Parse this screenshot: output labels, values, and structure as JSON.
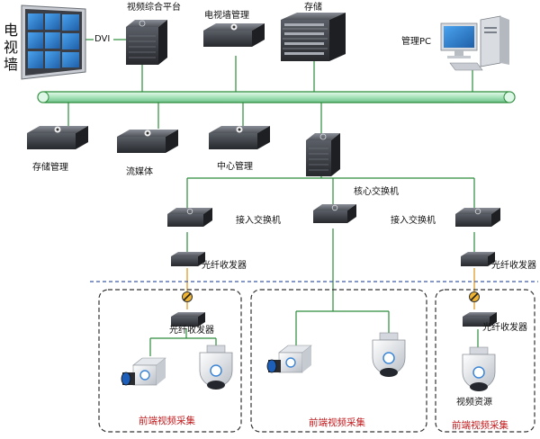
{
  "labels": {
    "video_wall": "电视墙",
    "dvi": "DVI",
    "video_platform": "视频综合平台",
    "wall_manager": "电视墙管理",
    "storage": "存储",
    "admin_pc": "管理PC",
    "storage_manager": "存储管理",
    "stream_media": "流媒体",
    "center_manager": "中心管理",
    "core_switch": "核心交换机",
    "access_switch_1": "接入交换机",
    "access_switch_2": "接入交换机",
    "fiber_transceiver_1": "光纤收发器",
    "fiber_transceiver_2": "光纤收发器",
    "fiber_transceiver_3": "光纤收发器",
    "fiber_transceiver_4": "光纤收发器",
    "video_source": "视频资源",
    "front_capture_1": "前端视频采集",
    "front_capture_2": "前端视频采集",
    "front_capture_3": "前端视频采集"
  },
  "colors": {
    "link_line": "#2b8c3b",
    "backbone_fill": "#b5e8c4",
    "backbone_stroke": "#2b8c3b",
    "dashed_divider": "#3c5aa8",
    "group_border": "#333333",
    "red_text": "#c0181b",
    "device_dark": "#3a3d42",
    "wall_screen": "#2f7fd0"
  }
}
